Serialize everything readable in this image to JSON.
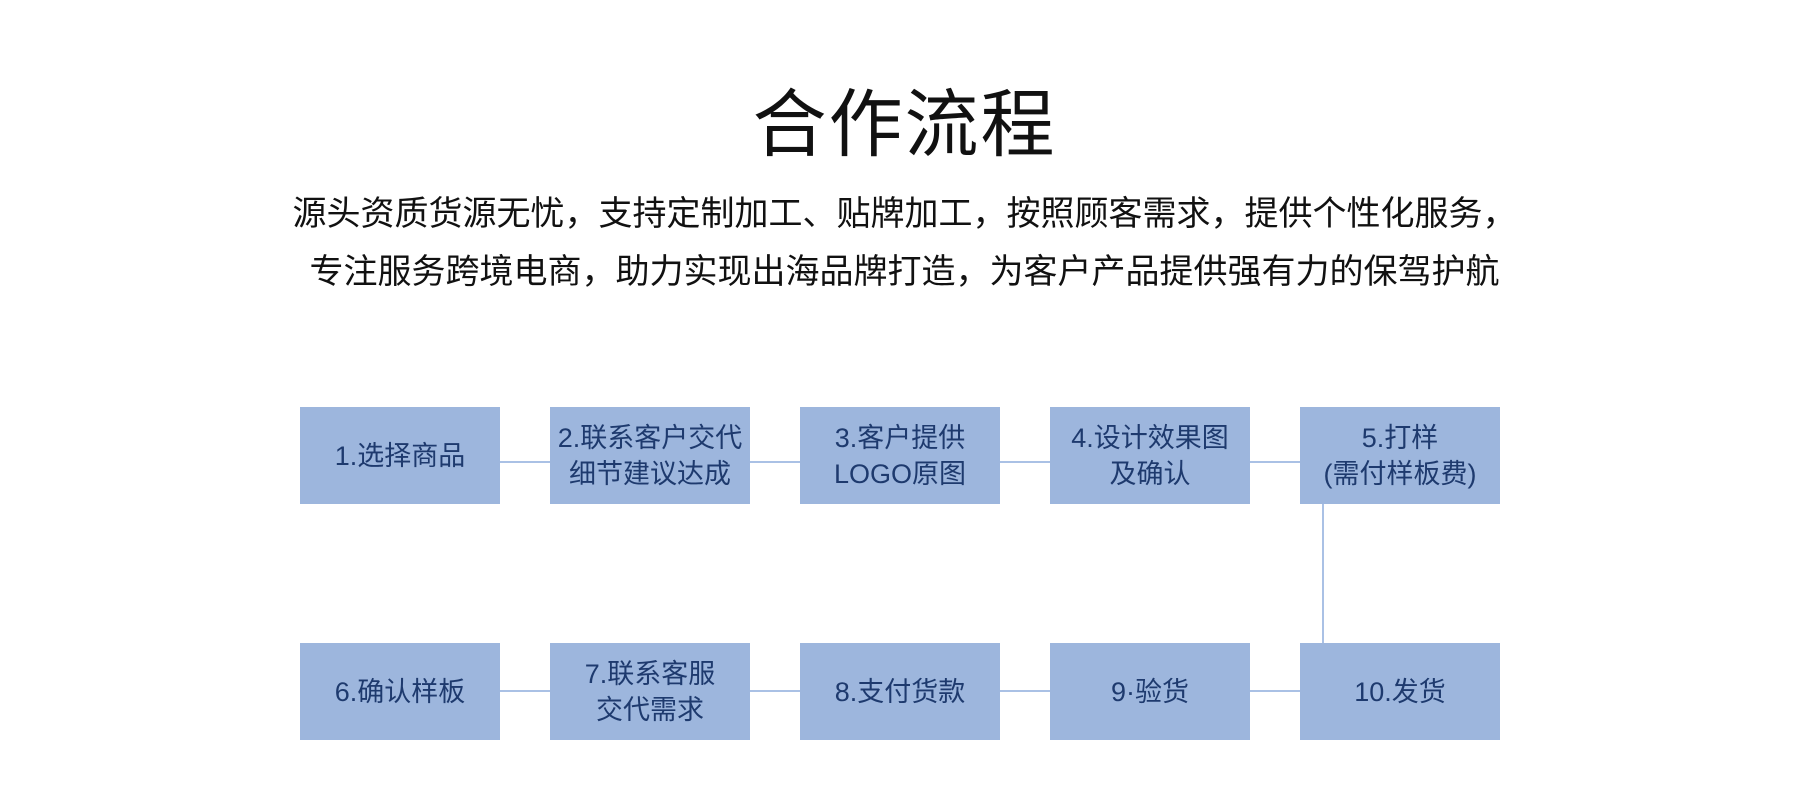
{
  "header": {
    "title": "合作流程",
    "subtitle_line1": "源头资质货源无忧，支持定制加工、贴牌加工，按照顾客需求，提供个性化服务，",
    "subtitle_line2": "专注服务跨境电商，助力实现出海品牌打造，为客户产品提供强有力的保驾护航"
  },
  "flow": {
    "steps": [
      {
        "label": "1.选择商品"
      },
      {
        "label": "2.联系客户交代\n细节建议达成"
      },
      {
        "label": "3.客户提供\nLOGO原图"
      },
      {
        "label": "4.设计效果图\n及确认"
      },
      {
        "label": "5.打样\n(需付样板费)"
      },
      {
        "label": "6.确认样板"
      },
      {
        "label": "7.联系客服\n交代需求"
      },
      {
        "label": "8.支付货款"
      },
      {
        "label": "9·验货"
      },
      {
        "label": "10.发货"
      }
    ]
  },
  "colors": {
    "box_fill": "#9db6dd",
    "box_text": "#1e3a6e",
    "connector": "#aac1e5",
    "heading_text": "#111111"
  }
}
